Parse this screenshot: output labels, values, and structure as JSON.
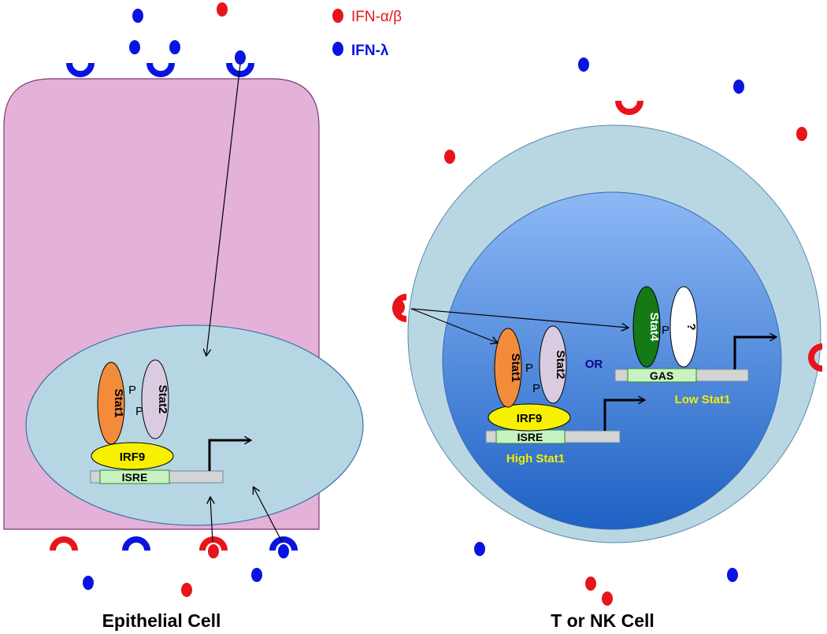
{
  "legend": {
    "ifn_ab": {
      "label": "IFN-α/β",
      "color": "#e8141b"
    },
    "ifn_l": {
      "label": "IFN-λ",
      "color": "#0a14e0"
    }
  },
  "epithelial": {
    "caption": "Epithelial Cell",
    "stat1": "Stat1",
    "stat2": "Stat2",
    "p1": "P",
    "p2": "P",
    "irf9": "IRF9",
    "isre": "ISRE"
  },
  "tnk": {
    "caption": "T or NK Cell",
    "stat1": "Stat1",
    "stat2": "Stat2",
    "p1": "P",
    "p2": "P",
    "irf9": "IRF9",
    "isre": "ISRE",
    "high": "High Stat1",
    "or": "OR",
    "stat4": "Stat4",
    "p3": "P",
    "unknown": "?",
    "gas": "GAS",
    "low": "Low Stat1"
  },
  "colors": {
    "epithelial_fill": "#e4b1d8",
    "nucleus_fill": "#b7d6e4",
    "outer_cell": "#b9d7e3",
    "inner_gradient_top": "#8db8f5",
    "inner_gradient_bottom": "#1e62c4",
    "stat1": "#f28c3a",
    "stat2": "#d9cce0",
    "stat4": "#157a16",
    "irf9": "#f7f000",
    "dna": "#d4d4d4",
    "element_box": "#c9f2c3",
    "label_yellow": "#f2ee00",
    "or_color": "#0a0a8c"
  }
}
